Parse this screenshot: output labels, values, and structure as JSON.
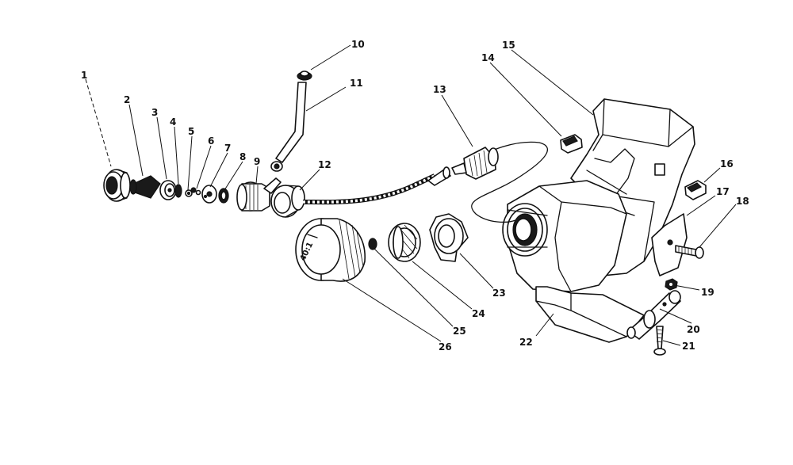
{
  "callouts": {
    "c1": "1",
    "c2": "2",
    "c3": "3",
    "c4": "4",
    "c5": "5",
    "c6": "6",
    "c7": "7",
    "c8": "8",
    "c9": "9",
    "c10": "10",
    "c11": "11",
    "c12": "12",
    "c13": "13",
    "c14": "14",
    "c15": "15",
    "c16": "16",
    "c17": "17",
    "c18": "18",
    "c19": "19",
    "c20": "20",
    "c21": "21",
    "c22": "22",
    "c23": "23",
    "c24": "24",
    "c25": "25",
    "c26": "26"
  },
  "cap_marking": "40:1"
}
